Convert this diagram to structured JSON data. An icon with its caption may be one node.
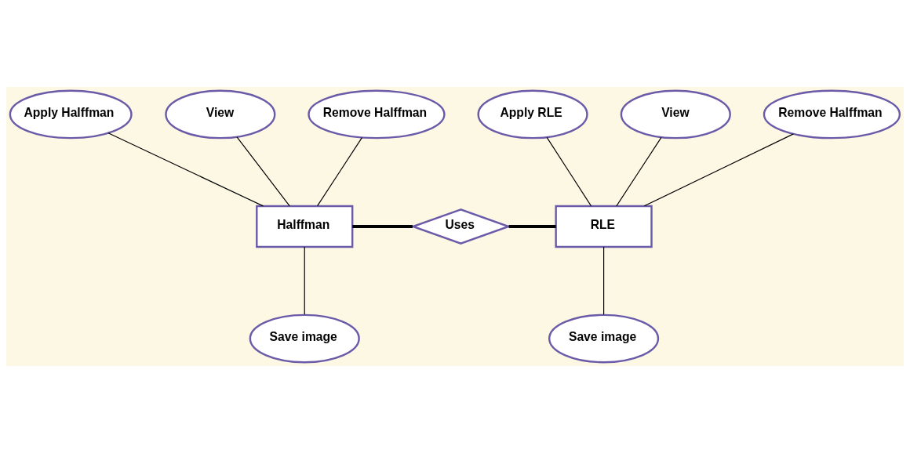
{
  "diagram": {
    "nodes": [
      {
        "text": [
          "Apply Halffman"
        ]
      },
      {
        "text": [
          "View"
        ]
      },
      {
        "text": [
          "Remove Halffman"
        ]
      },
      {
        "text": [
          "Apply RLE"
        ]
      },
      {
        "text": [
          "View"
        ]
      },
      {
        "text": [
          "Remove Halffman"
        ]
      },
      {
        "text": [
          "Halffman"
        ]
      },
      {
        "text": [
          "Uses"
        ]
      },
      {
        "text": [
          "RLE"
        ]
      },
      {
        "text": [
          "Save image"
        ]
      },
      {
        "text": [
          "Save image"
        ]
      }
    ],
    "edges": [
      {
        "from": 0,
        "to": 6,
        "arrow": "none"
      },
      {
        "from": 1,
        "to": 6,
        "arrow": "none"
      },
      {
        "from": 2,
        "to": 6,
        "arrow": "none"
      },
      {
        "from": 3,
        "to": 8,
        "arrow": "none"
      },
      {
        "from": 4,
        "to": 8,
        "arrow": "none"
      },
      {
        "from": 5,
        "to": 8,
        "arrow": "none"
      },
      {
        "from": 6,
        "to": 7,
        "arrow": "none",
        "style": "thick"
      },
      {
        "from": 7,
        "to": 8,
        "arrow": "none",
        "style": "thick"
      },
      {
        "from": 6,
        "to": 9,
        "arrow": "none"
      },
      {
        "from": 8,
        "to": 10,
        "arrow": "none"
      }
    ]
  }
}
